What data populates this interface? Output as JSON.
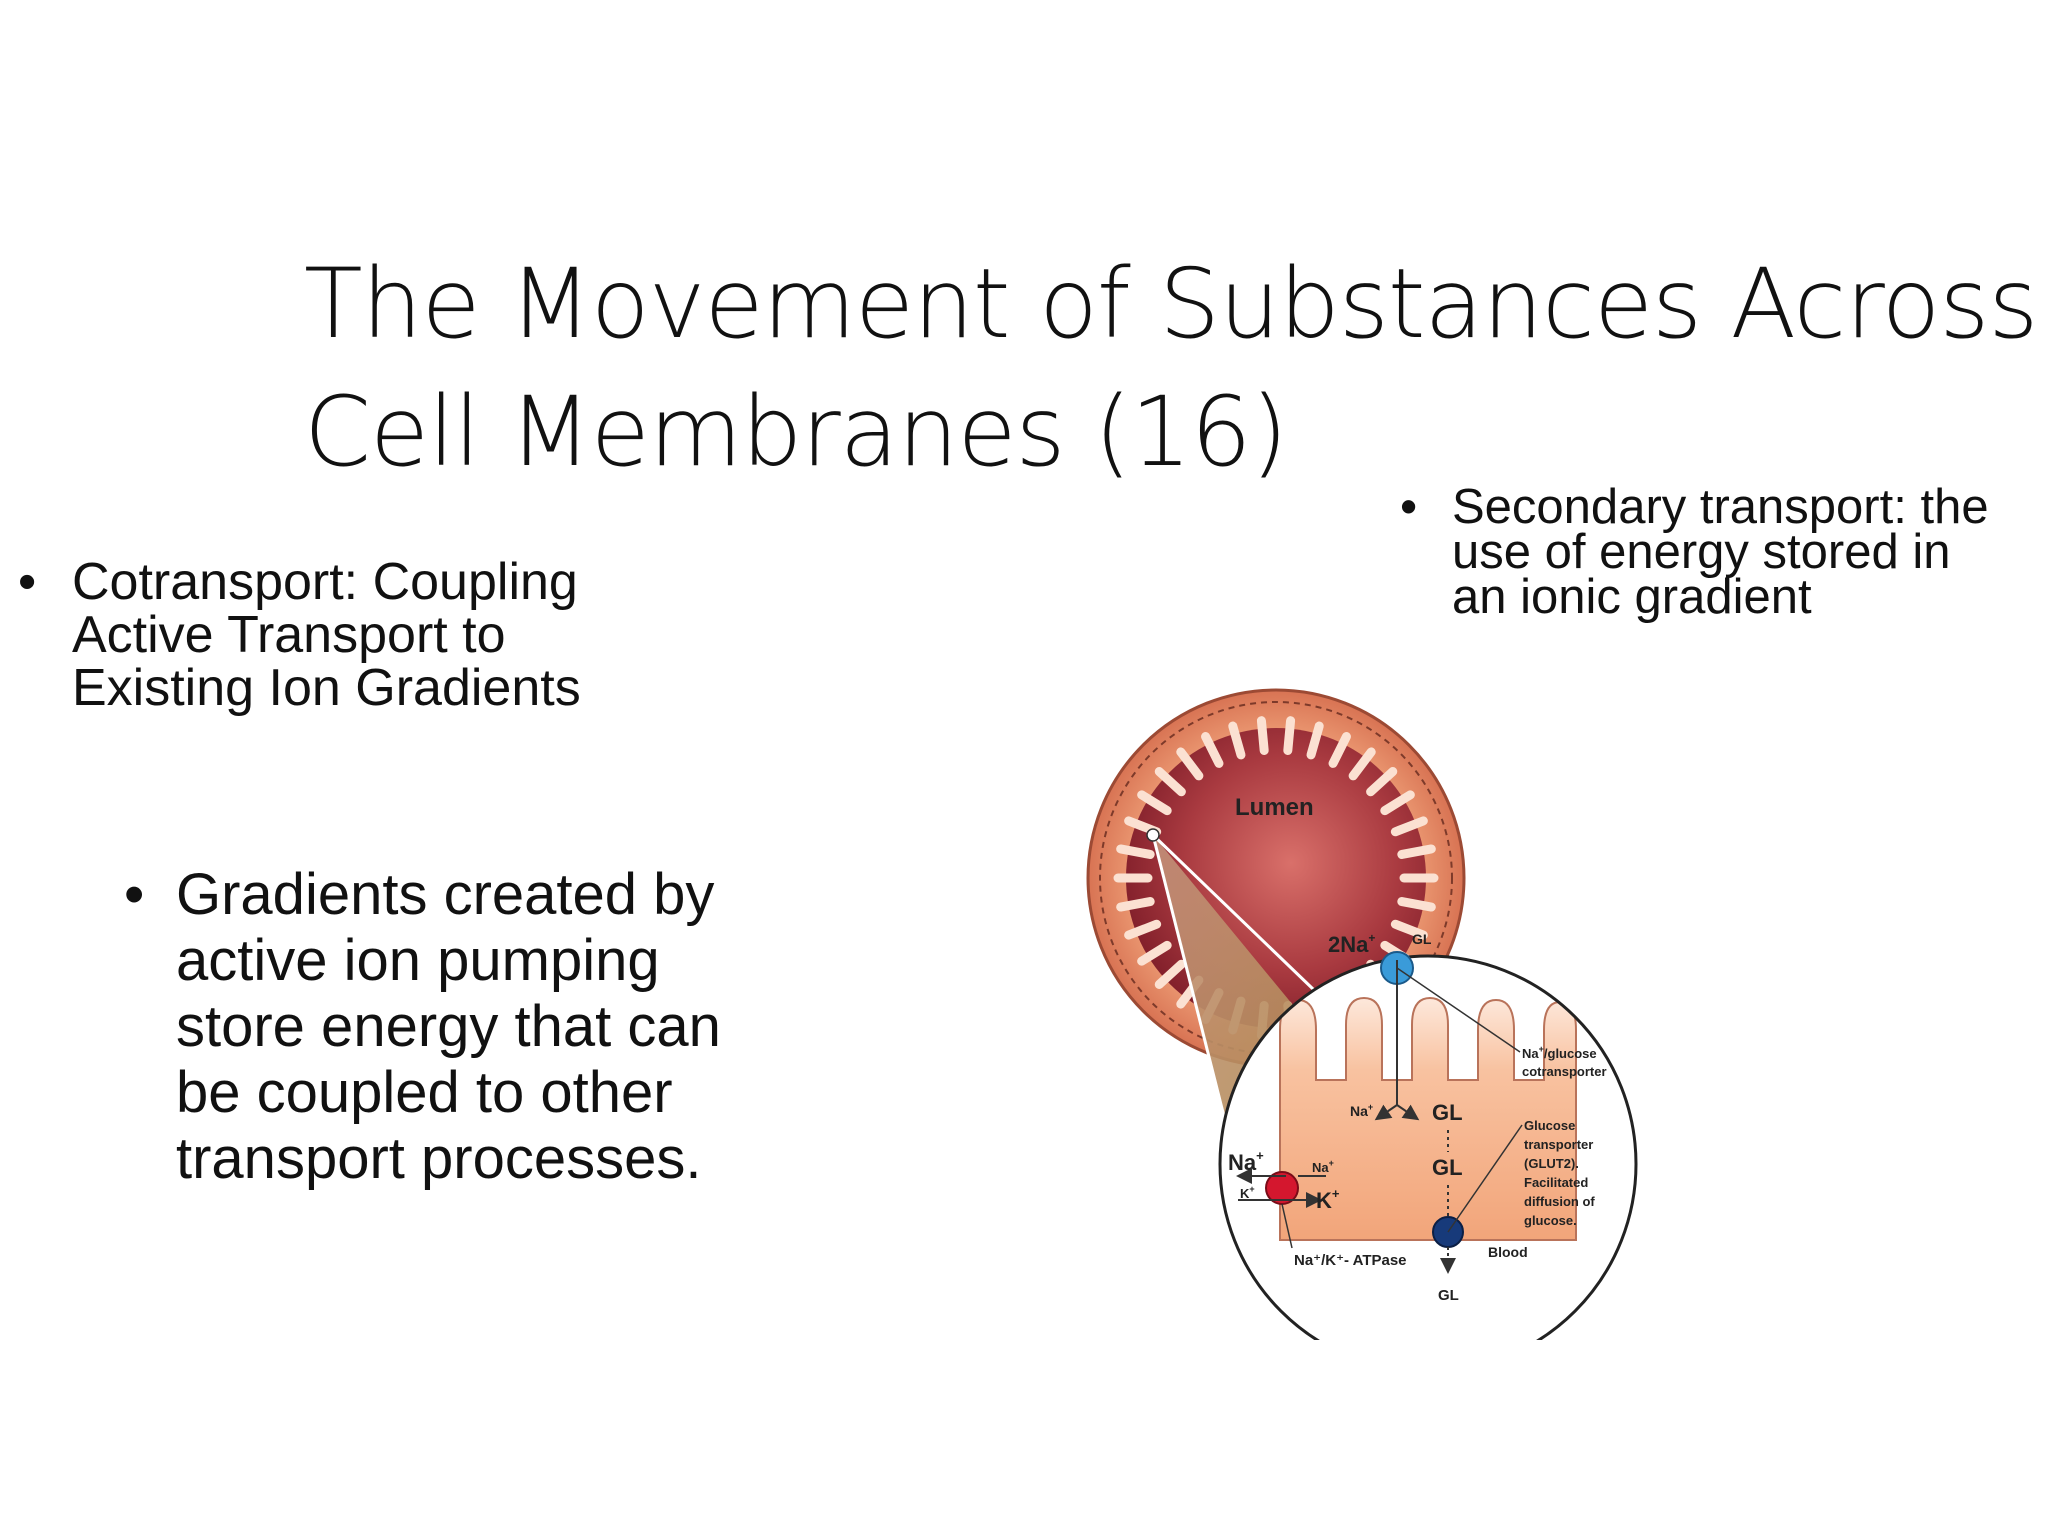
{
  "slide": {
    "title_line1": "The Movement of Substances Across",
    "title_line2": "Cell Membranes (16)",
    "left_bullet": {
      "line1": "Cotransport: Coupling",
      "line2": "Active Transport to",
      "line3": "Existing Ion Gradients"
    },
    "sub_bullet": {
      "line1": "Gradients created by",
      "line2": "active ion pumping",
      "line3": "store energy that can",
      "line4": "be coupled to other",
      "line5": "transport processes."
    },
    "right_bullet": {
      "line1": "Secondary transport: the",
      "line2": "use of energy stored in",
      "line3": "an ionic gradient"
    }
  },
  "diagram": {
    "lumen": "Lumen",
    "na2": "2Na",
    "gl_top": "GL",
    "cotransporter_line1": "Na",
    "cotransporter_line1b": "/glucose",
    "cotransporter_line2": "cotransporter",
    "na_mid": "Na",
    "gl_mid": "GL",
    "gl_lower": "GL",
    "na_left": "Na",
    "k_left": "K",
    "na_small": "Na",
    "k_big": "K",
    "glut_line1": "Glucose",
    "glut_line2": "transporter",
    "glut_line3": "(GLUT2).",
    "glut_line4": "Facilitated",
    "glut_line5": "diffusion of",
    "glut_line6": "glucose.",
    "blood": "Blood",
    "atpase": "Na⁺/K⁺- ATPase",
    "gl_bottom": "GL",
    "plus": "+",
    "colors": {
      "lumen_dark": "#8b1f2c",
      "wall": "#e9946e",
      "cell": "#f6b48d",
      "cotransporter": "#3a9bd9",
      "pump": "#d4172e",
      "glut": "#173a7a"
    }
  }
}
